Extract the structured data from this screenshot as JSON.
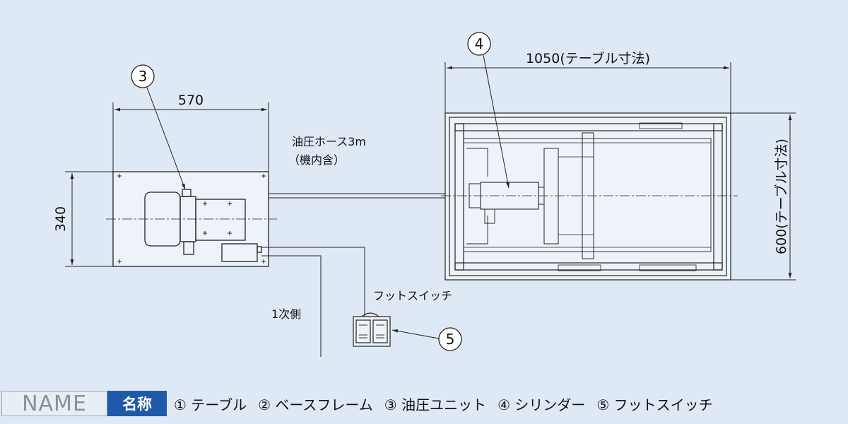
{
  "dimensions": {
    "unit_width": "570",
    "unit_height": "340",
    "table_width": "1050(テーブル寸法)",
    "table_height": "600(テーブル寸法)"
  },
  "notes": {
    "hose": "油圧ホース3m",
    "hose_sub": "（機内含）",
    "primary_side": "1次側",
    "foot_switch": "フットスイッチ"
  },
  "callouts": {
    "c3": "3",
    "c4": "4",
    "c5": "5"
  },
  "legend": {
    "name_label": "NAME",
    "name_label_jp": "名称",
    "items": [
      "① テーブル",
      "② ベースフレーム",
      "③ 油圧ユニット",
      "④ シリンダー",
      "⑤ フットスイッチ"
    ]
  },
  "colors": {
    "background": "#dfe9f5",
    "line": "#222222",
    "legend_accent": "#1f5aa8"
  }
}
